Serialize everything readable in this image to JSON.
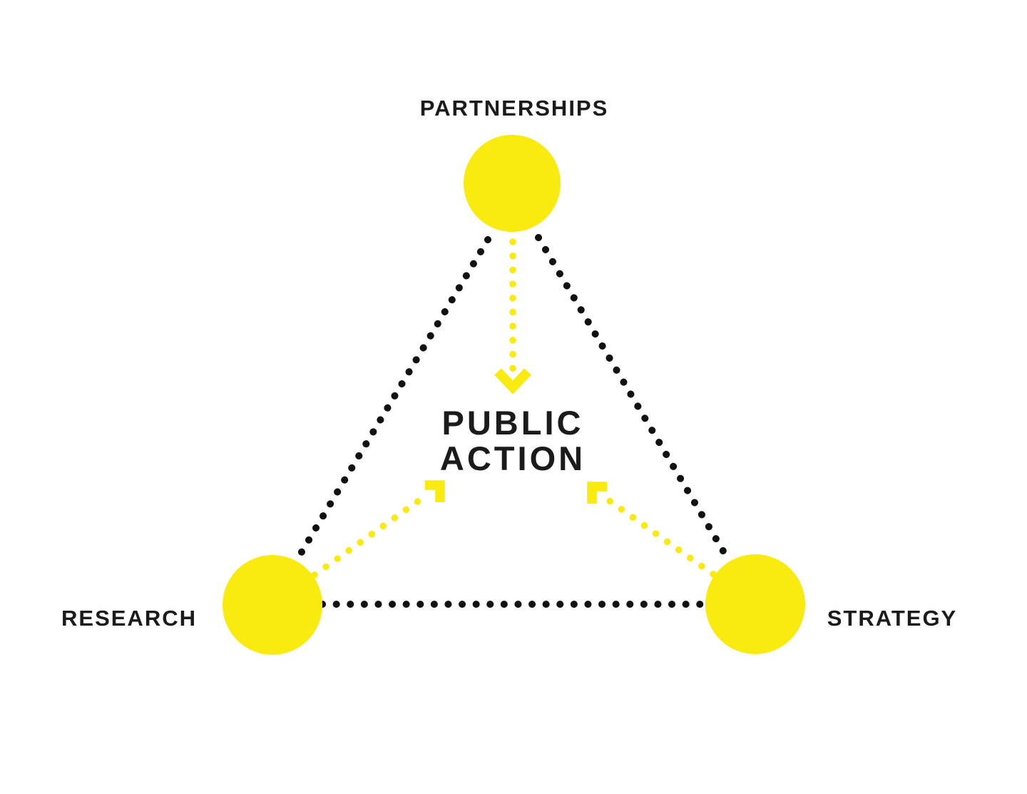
{
  "page": {
    "background": "#ffffff"
  },
  "colors": {
    "yellow": "#F9EA10",
    "dot_black": "#111111",
    "text": "#1b1b1b"
  },
  "diagram": {
    "type": "triangle-relationship-diagram",
    "nodes": [
      {
        "id": "partnerships",
        "label": "PARTNERSHIPS",
        "position": "top"
      },
      {
        "id": "research",
        "label": "RESEARCH",
        "position": "bottom-left"
      },
      {
        "id": "strategy",
        "label": "STRATEGY",
        "position": "bottom-right"
      }
    ],
    "center_label": {
      "line1": "PUBLIC",
      "line2": "ACTION"
    },
    "connectors": [
      {
        "from": "partnerships",
        "to": "research",
        "style": "dotted-black"
      },
      {
        "from": "partnerships",
        "to": "strategy",
        "style": "dotted-black"
      },
      {
        "from": "research",
        "to": "strategy",
        "style": "dotted-black"
      }
    ],
    "arrows": [
      {
        "from": "partnerships",
        "to": "public-action",
        "style": "dotted-yellow",
        "direction": "down"
      },
      {
        "from": "research",
        "to": "public-action",
        "style": "dotted-yellow",
        "direction": "up-right"
      },
      {
        "from": "strategy",
        "to": "public-action",
        "style": "dotted-yellow",
        "direction": "up-left"
      }
    ]
  }
}
